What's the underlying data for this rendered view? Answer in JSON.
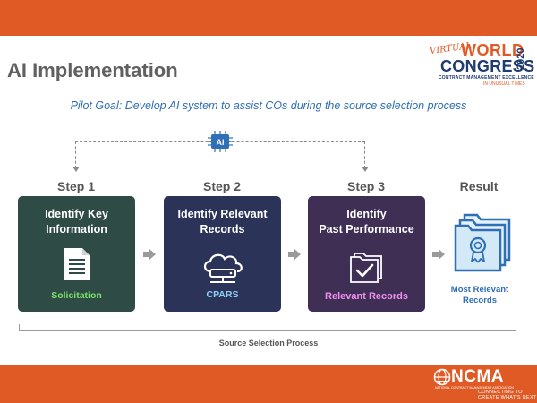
{
  "slide": {
    "title": "AI Implementation",
    "pilot_goal": "Pilot Goal: Develop AI system to assist COs during the source selection process"
  },
  "event_logo": {
    "virtual": "VIRTUAL",
    "world": "WORLD",
    "congress": "CONGRESS",
    "subtitle": "CONTRACT MANAGEMENT EXCELLENCE",
    "subtitle2": "IN UNUSUAL TIMES",
    "year": "2020"
  },
  "ai_badge": {
    "label": "AI"
  },
  "steps": [
    {
      "label": "Step 1",
      "title_line1": "Identify Key",
      "title_line2": "Information",
      "sub": "Solicitation",
      "icon": "document-icon"
    },
    {
      "label": "Step 2",
      "title_line1": "Identify Relevant",
      "title_line2": "Records",
      "sub": "CPARS",
      "icon": "cloud-server-icon"
    },
    {
      "label": "Step 3",
      "title_line1": "Identify",
      "title_line2": "Past Performance",
      "sub": "Relevant Records",
      "icon": "folder-check-icon"
    }
  ],
  "result": {
    "label": "Result",
    "line1": "Most Relevant",
    "line2": "Records",
    "icon": "award-folders-icon"
  },
  "process": {
    "label": "Source Selection Process"
  },
  "footer_logo": {
    "name": "NCMA",
    "full_name": "NATIONAL CONTRACT MANAGEMENT ASSOCIATION",
    "tagline1": "CONNECTING TO",
    "tagline2": "CREATE WHAT'S NEXT"
  },
  "colors": {
    "brand_orange": "#e05a26",
    "step1_card": "#2f4b46",
    "step2_card": "#2b3359",
    "step3_card": "#3f2f55",
    "solicitation_text": "#7be06a",
    "cpars_text": "#8fd0f5",
    "relevant_text": "#f08ef0",
    "accent_blue": "#2e6fb5"
  }
}
